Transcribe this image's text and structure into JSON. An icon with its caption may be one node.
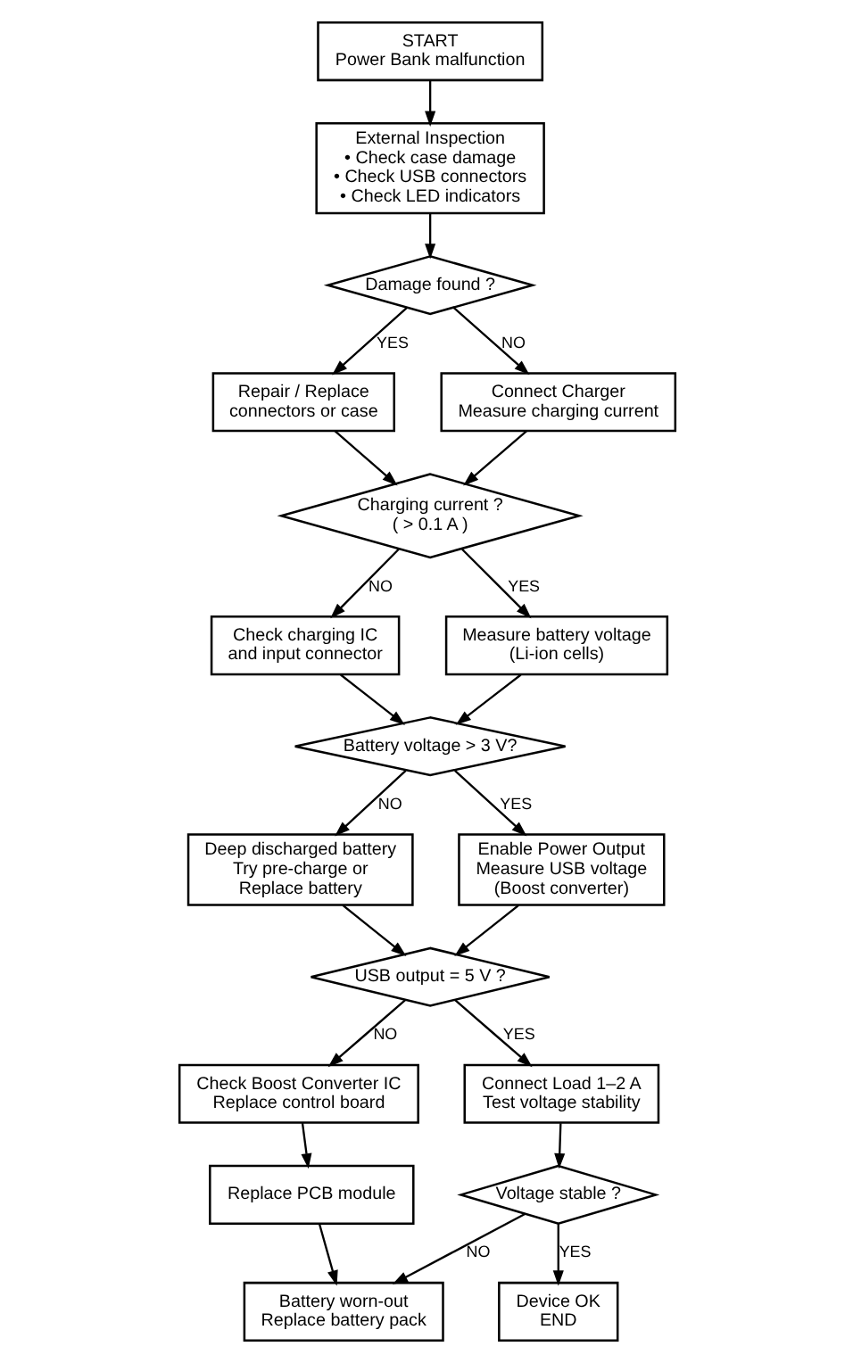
{
  "diagram": {
    "nodes": [
      {
        "text": [
          "START",
          "Power Bank malfunction"
        ]
      },
      {
        "text": [
          "External Inspection",
          "• Check case damage",
          "• Check USB connectors",
          "• Check LED indicators"
        ]
      },
      {
        "text": [
          "Damage found ?"
        ]
      },
      {
        "text": [
          "Repair / Replace",
          "connectors or case"
        ]
      },
      {
        "text": [
          "Connect Charger",
          "Measure charging current"
        ]
      },
      {
        "text": [
          "Charging current ?",
          "( > 0.1 A )"
        ]
      },
      {
        "text": [
          "Check charging IC",
          "and input connector"
        ]
      },
      {
        "text": [
          "Measure battery voltage",
          "(Li-ion cells)"
        ]
      },
      {
        "text": [
          "Battery voltage > 3 V?"
        ]
      },
      {
        "text": [
          "Deep discharged battery",
          "Try pre-charge or",
          "Replace battery"
        ]
      },
      {
        "text": [
          "Enable Power Output",
          "Measure USB voltage",
          "(Boost converter)"
        ]
      },
      {
        "text": [
          "USB output = 5 V ?"
        ]
      },
      {
        "text": [
          "Check Boost Converter IC",
          "Replace control board"
        ]
      },
      {
        "text": [
          "Connect Load 1–2 A",
          "Test voltage stability"
        ]
      },
      {
        "text": [
          "Replace PCB module"
        ]
      },
      {
        "text": [
          "Voltage stable ?"
        ]
      },
      {
        "text": [
          "Battery worn-out",
          "Replace battery pack"
        ]
      },
      {
        "text": [
          "Device OK",
          "END"
        ]
      }
    ],
    "edges": [
      {
        "from": 0,
        "to": 1,
        "arrow": "to"
      },
      {
        "from": 1,
        "to": 2,
        "arrow": "to"
      },
      {
        "from": 2,
        "to": 3,
        "arrow": "to",
        "label": "YES"
      },
      {
        "from": 2,
        "to": 4,
        "arrow": "to",
        "label": "NO"
      },
      {
        "from": 3,
        "to": 5,
        "arrow": "to"
      },
      {
        "from": 4,
        "to": 5,
        "arrow": "to"
      },
      {
        "from": 5,
        "to": 6,
        "arrow": "to",
        "label": "NO"
      },
      {
        "from": 5,
        "to": 7,
        "arrow": "to",
        "label": "YES"
      },
      {
        "from": 6,
        "to": 8,
        "arrow": "to"
      },
      {
        "from": 7,
        "to": 8,
        "arrow": "to"
      },
      {
        "from": 8,
        "to": 9,
        "arrow": "to",
        "label": "NO"
      },
      {
        "from": 8,
        "to": 10,
        "arrow": "to",
        "label": "YES"
      },
      {
        "from": 9,
        "to": 11,
        "arrow": "to"
      },
      {
        "from": 10,
        "to": 11,
        "arrow": "to"
      },
      {
        "from": 11,
        "to": 12,
        "arrow": "to",
        "label": "NO"
      },
      {
        "from": 11,
        "to": 13,
        "arrow": "to",
        "label": "YES"
      },
      {
        "from": 12,
        "to": 14,
        "arrow": "to"
      },
      {
        "from": 13,
        "to": 15,
        "arrow": "to"
      },
      {
        "from": 15,
        "to": 16,
        "arrow": "to",
        "label": "NO"
      },
      {
        "from": 15,
        "to": 17,
        "arrow": "to",
        "label": "YES"
      },
      {
        "from": 14,
        "to": 16,
        "arrow": "to"
      }
    ]
  }
}
